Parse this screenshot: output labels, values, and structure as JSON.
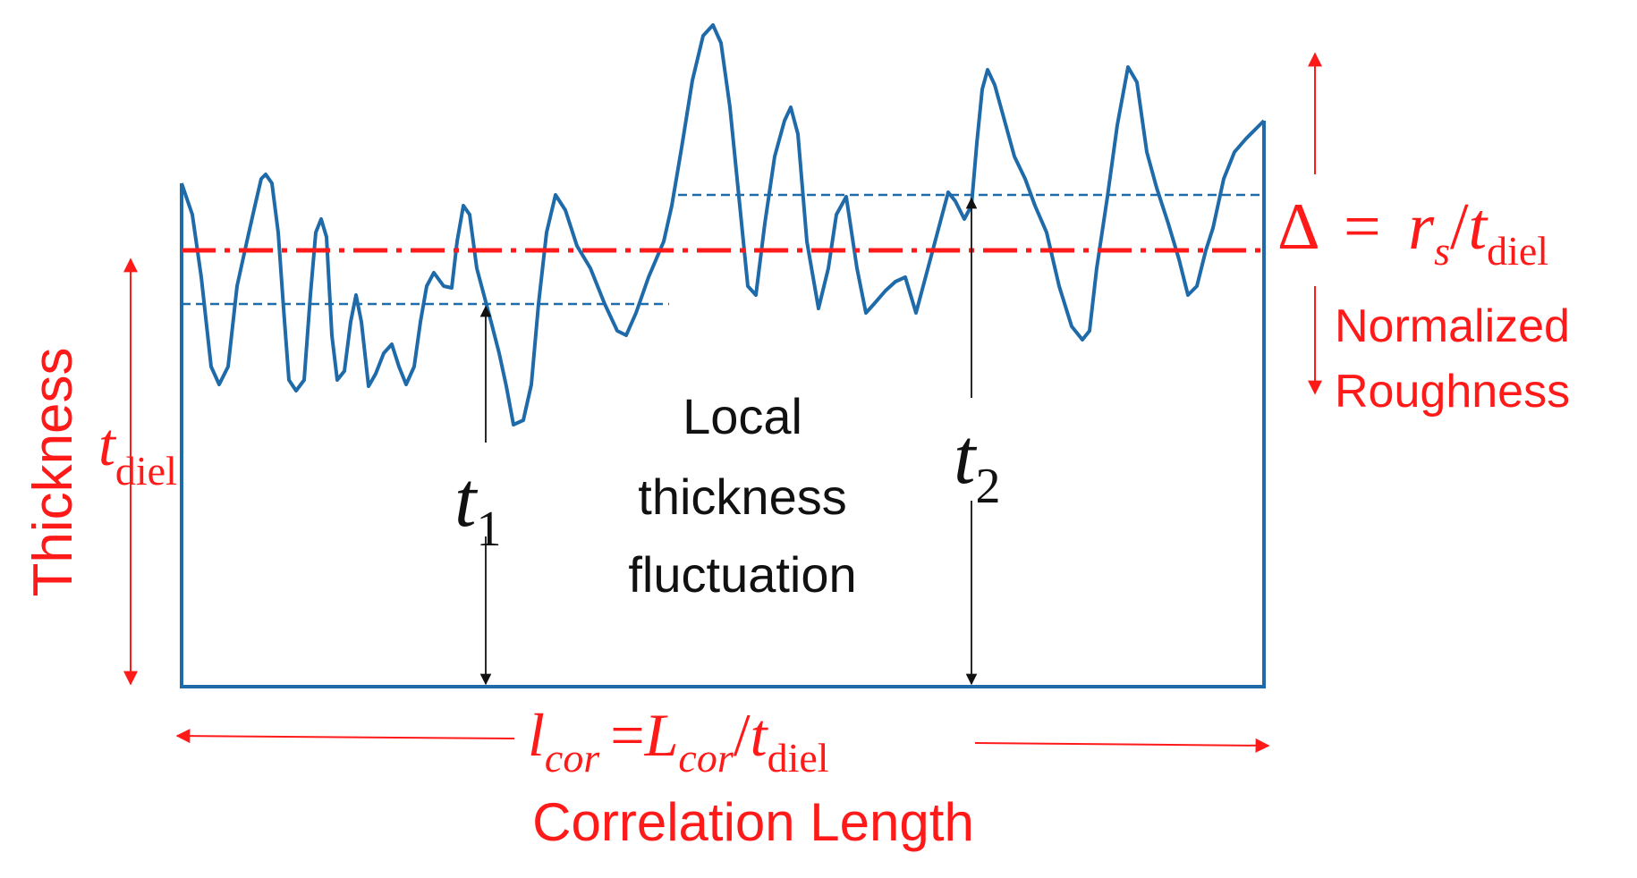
{
  "diagram": {
    "colors": {
      "accent": "#ff1a1a",
      "surface": "#1f6aa8",
      "ink": "#111111"
    },
    "vertical_axis": {
      "word": "Thickness",
      "symbol_main": "t",
      "symbol_sub": "diel"
    },
    "normalized_roughness": {
      "formula_delta": "Δ",
      "formula_equals": "=",
      "formula_r": "r",
      "formula_r_sub": "s",
      "formula_slash": "/",
      "formula_t": "t",
      "formula_t_sub": "diel",
      "caption_line1": "Normalized",
      "caption_line2": "Roughness"
    },
    "center_text": {
      "line1": "Local",
      "line2": "thickness",
      "line3": "fluctuation"
    },
    "t1": {
      "main": "t",
      "sub": "1"
    },
    "t2": {
      "main": "t",
      "sub": "2"
    },
    "correlation": {
      "l": "l",
      "l_sub": "cor",
      "equals": "=",
      "L": "L",
      "L_sub": "cor",
      "slash": "/",
      "t": "t",
      "t_sub": "diel",
      "caption": "Correlation Length"
    }
  }
}
